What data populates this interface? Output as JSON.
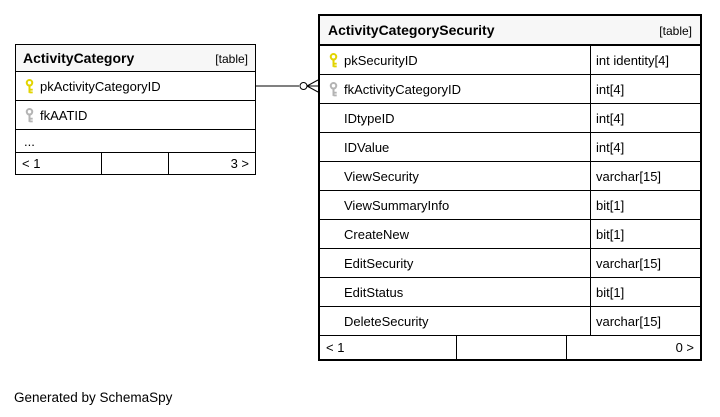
{
  "generator_note": "Generated by SchemaSpy",
  "colors": {
    "primary_key": "#e2d400",
    "foreign_key": "#b4b4b4",
    "border": "#000000",
    "header_bg": "#f7f7f7"
  },
  "icons": {
    "primary_key_icon": "yellow-key",
    "foreign_key_icon": "gray-key"
  },
  "relationship": {
    "from": "ActivityCategory.pkActivityCategoryID",
    "to": "ActivityCategorySecurity.fkActivityCategoryID",
    "notation": "zero-or-many crow's foot with open circle"
  },
  "tables": [
    {
      "name": "ActivityCategory",
      "tag": "[table]",
      "columns": [
        {
          "name": "pkActivityCategoryID",
          "type": "",
          "key": "primary"
        },
        {
          "name": "fkAATID",
          "type": "",
          "key": "foreign"
        },
        {
          "name": "...",
          "type": "",
          "key": "none"
        }
      ],
      "footer": {
        "left": "< 1",
        "middle": "",
        "right": "3 >"
      }
    },
    {
      "name": "ActivityCategorySecurity",
      "tag": "[table]",
      "columns": [
        {
          "name": "pkSecurityID",
          "type": "int identity[4]",
          "key": "primary"
        },
        {
          "name": "fkActivityCategoryID",
          "type": "int[4]",
          "key": "foreign"
        },
        {
          "name": "IDtypeID",
          "type": "int[4]",
          "key": "none"
        },
        {
          "name": "IDValue",
          "type": "int[4]",
          "key": "none"
        },
        {
          "name": "ViewSecurity",
          "type": "varchar[15]",
          "key": "none"
        },
        {
          "name": "ViewSummaryInfo",
          "type": "bit[1]",
          "key": "none"
        },
        {
          "name": "CreateNew",
          "type": "bit[1]",
          "key": "none"
        },
        {
          "name": "EditSecurity",
          "type": "varchar[15]",
          "key": "none"
        },
        {
          "name": "EditStatus",
          "type": "bit[1]",
          "key": "none"
        },
        {
          "name": "DeleteSecurity",
          "type": "varchar[15]",
          "key": "none"
        }
      ],
      "footer": {
        "left": "< 1",
        "middle": "",
        "right": "0 >"
      }
    }
  ]
}
